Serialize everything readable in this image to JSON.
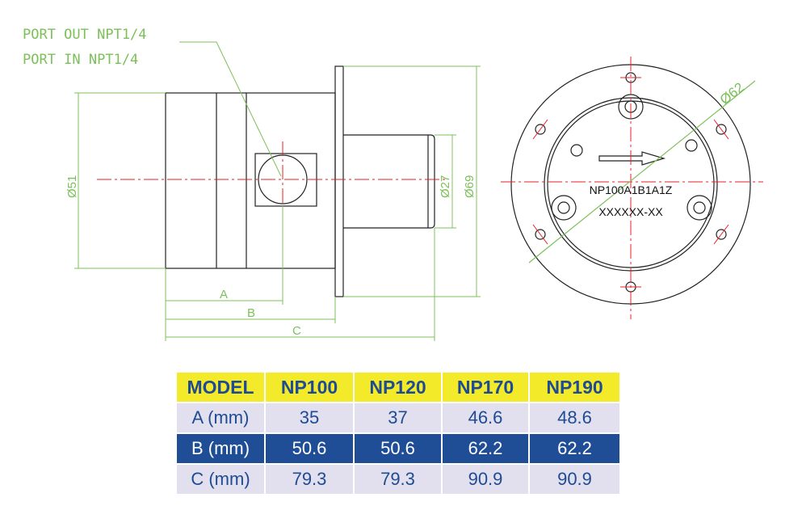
{
  "drawing": {
    "port_labels": [
      "PORT OUT NPT1/4",
      "PORT  IN NPT1/4"
    ],
    "dimensions": {
      "d51": "Ø51",
      "d27": "Ø27",
      "d69": "Ø69",
      "d62": "Ø62",
      "a": "A",
      "b": "B",
      "c": "C"
    },
    "nameplate": {
      "model_code": "NP100A1B1A1Z",
      "serial": "XXXXXX-XX"
    },
    "colors": {
      "dimension": "#7cc05a",
      "centerline": "#e8202a",
      "outline": "#000000"
    }
  },
  "table": {
    "headers": [
      "MODEL",
      "NP100",
      "NP120",
      "NP170",
      "NP190"
    ],
    "rows": [
      {
        "label": "A  (mm)",
        "values": [
          "35",
          "37",
          "46.6",
          "48.6"
        ]
      },
      {
        "label": "B  (mm)",
        "values": [
          "50.6",
          "50.6",
          "62.2",
          "62.2"
        ]
      },
      {
        "label": "C  (mm)",
        "values": [
          "79.3",
          "79.3",
          "90.9",
          "90.9"
        ]
      }
    ],
    "colors": {
      "header_bg": "#f3ea2a",
      "light_row": "#e2e0ee",
      "dark_row": "#1f4d96",
      "text": "#1e4b94"
    }
  }
}
